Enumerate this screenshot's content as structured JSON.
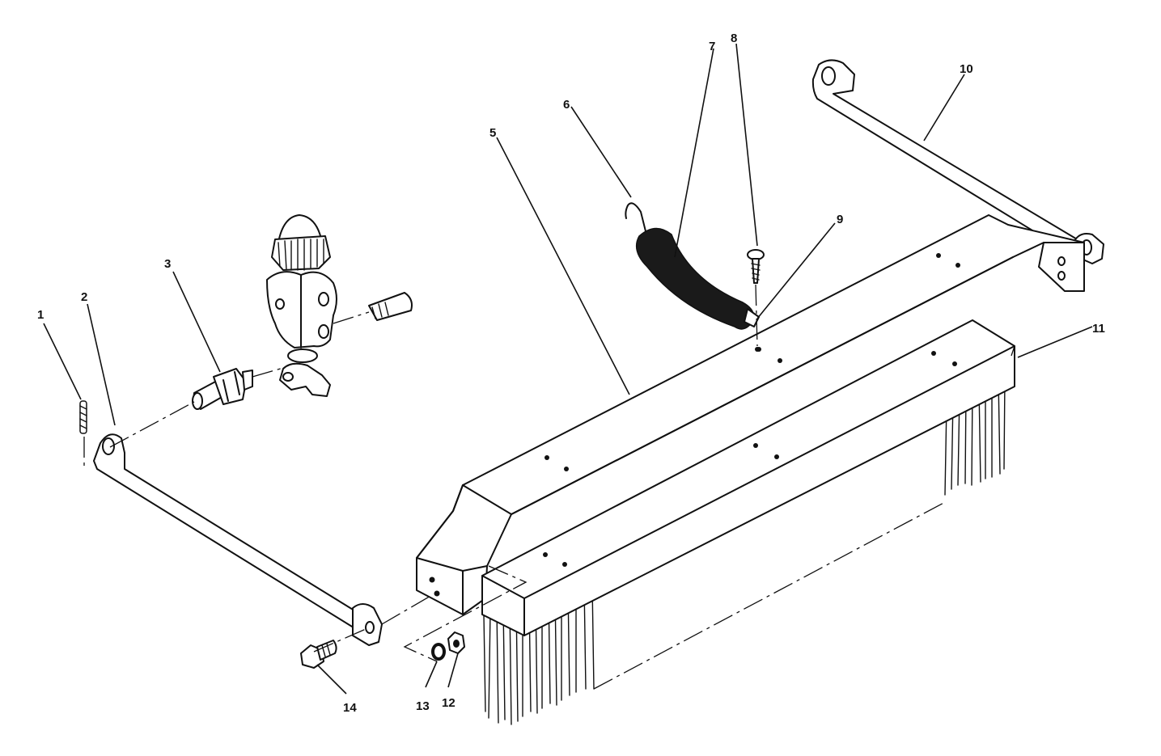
{
  "callouts": {
    "c1": "1",
    "c2": "2",
    "c3": "3",
    "c5": "5",
    "c6": "6",
    "c7": "7",
    "c8": "8",
    "c9": "9",
    "c10": "10",
    "c11": "11",
    "c12": "12",
    "c13": "13",
    "c14": "14"
  }
}
